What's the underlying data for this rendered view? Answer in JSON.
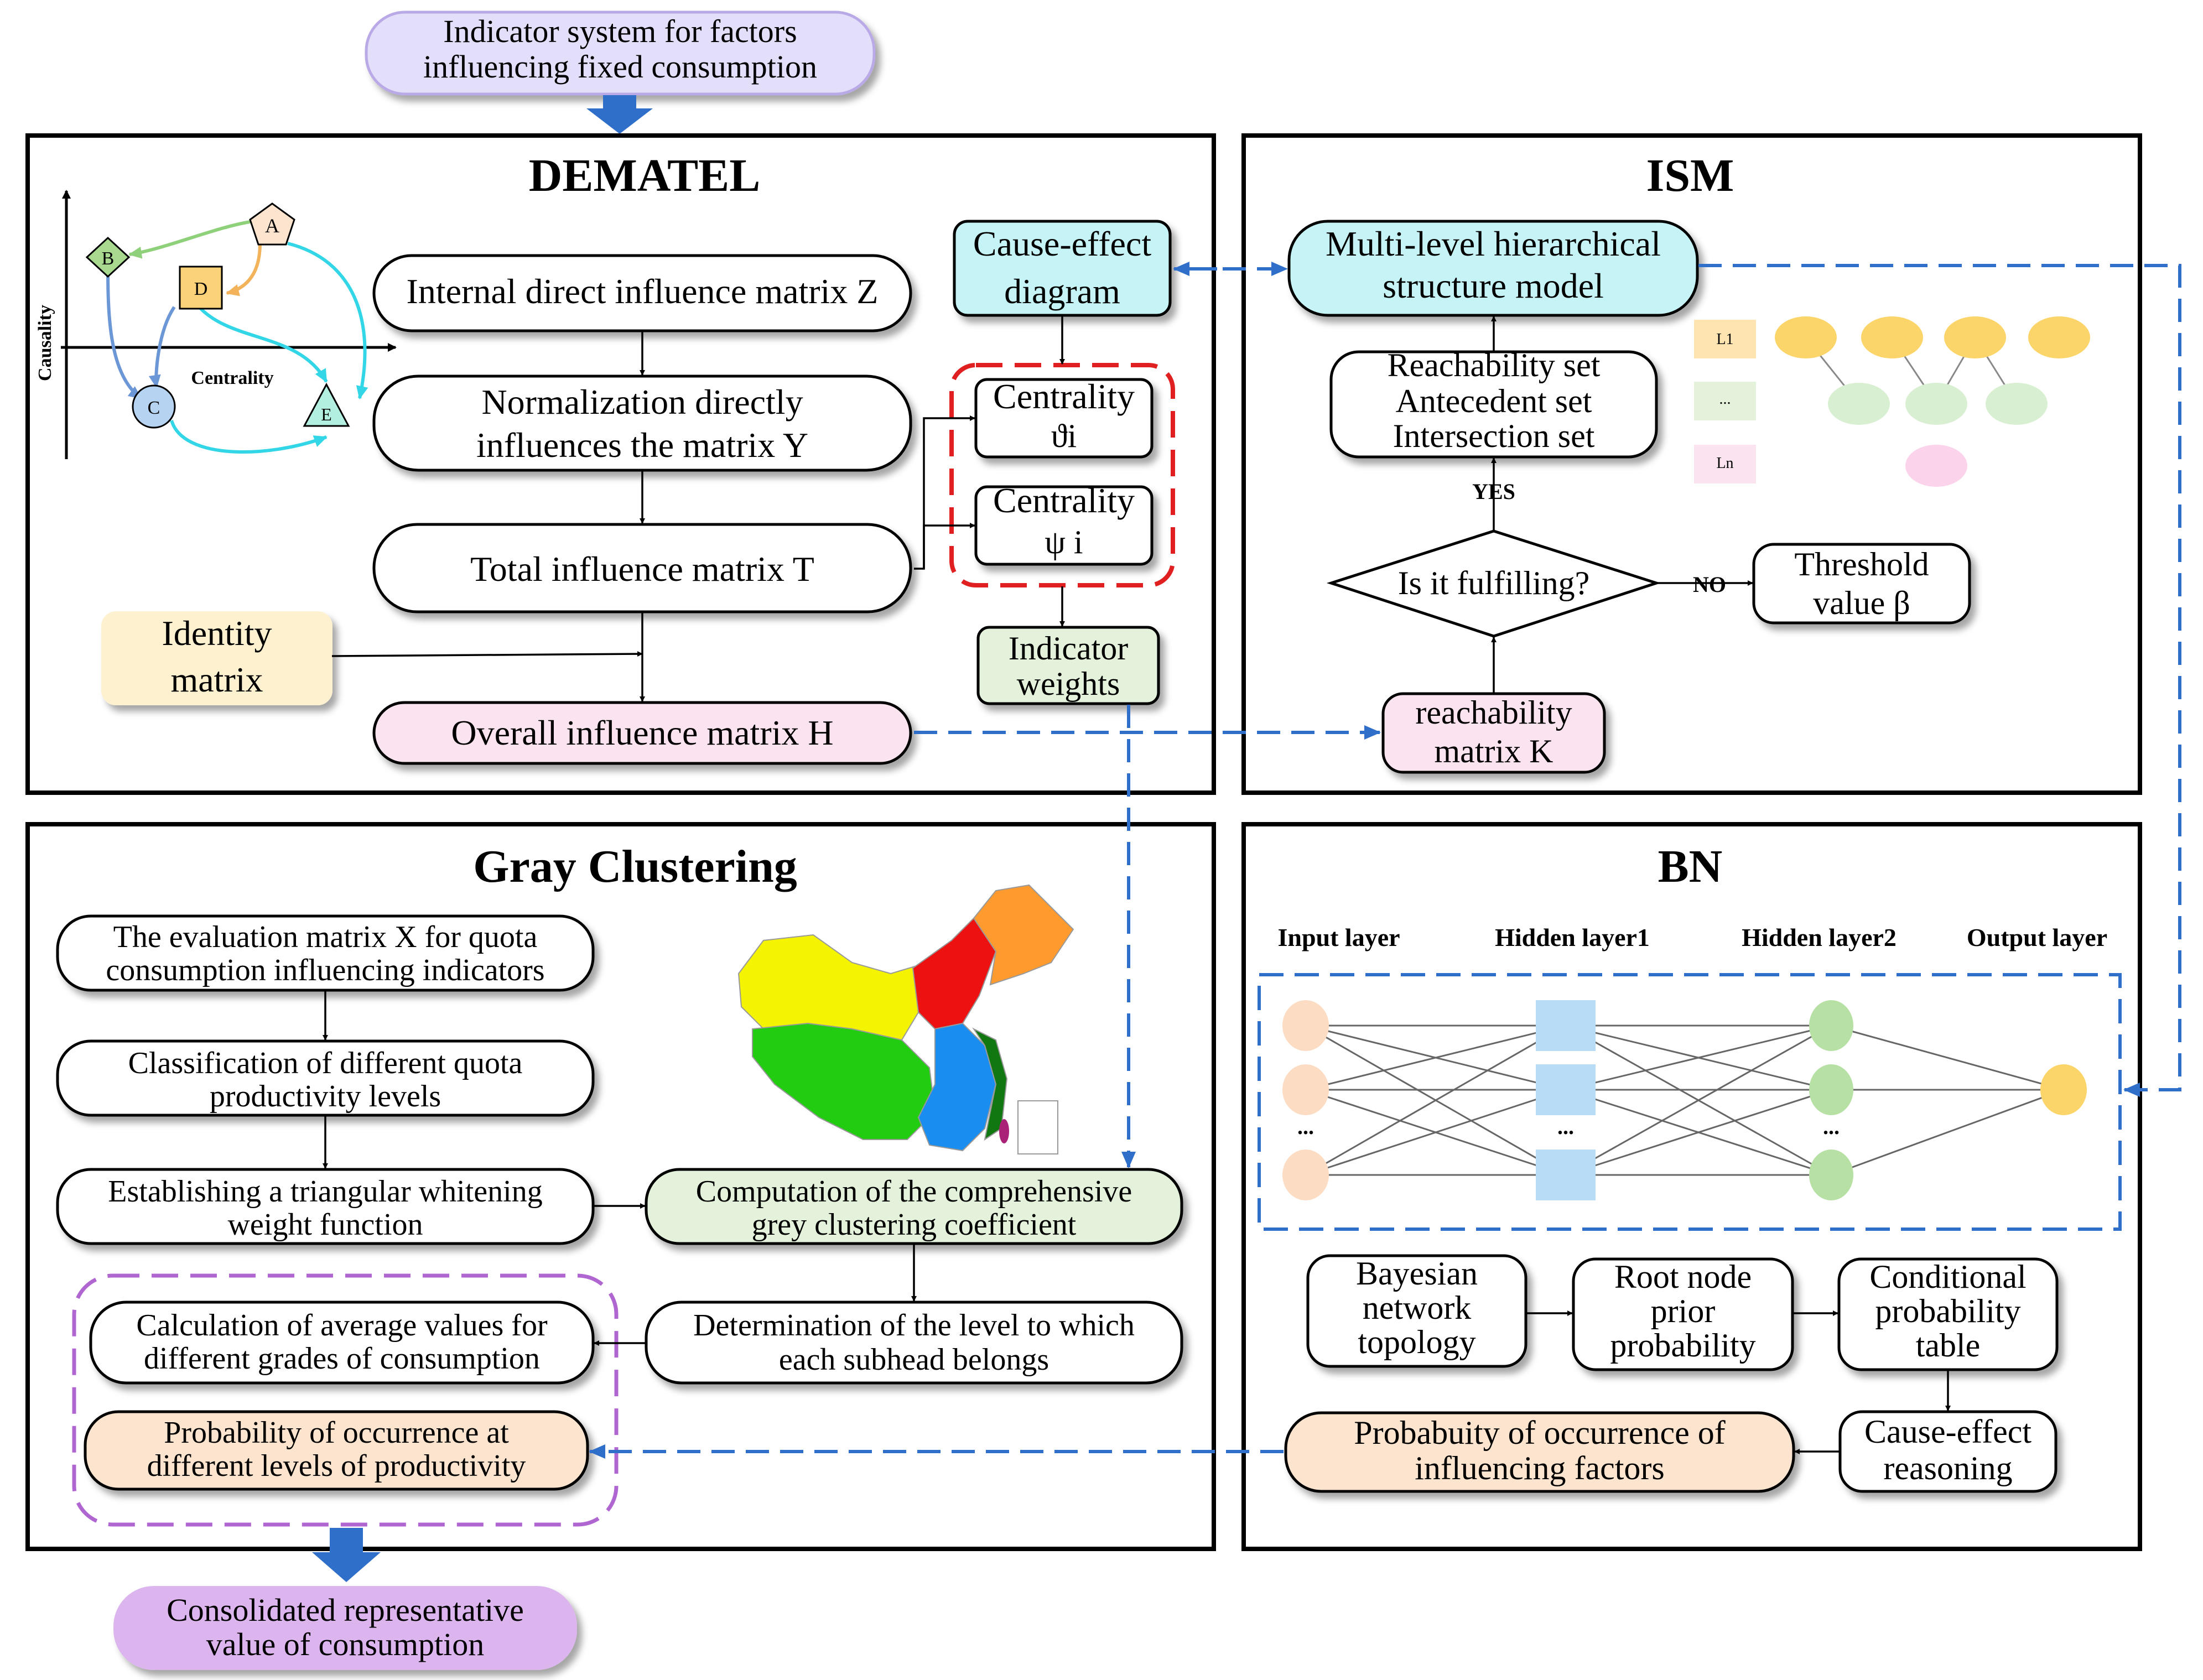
{
  "top_input": {
    "line1": "Indicator system for factors",
    "line2": "influencing fixed consumption"
  },
  "bottom_output": {
    "line1": "Consolidated representative",
    "line2": "value of consumption"
  },
  "panels": {
    "dematel": "DEMATEL",
    "ism": "ISM",
    "gray": "Gray Clustering",
    "bn": "BN"
  },
  "dematel": {
    "axis_y": "Causality",
    "axis_x": "Centrality",
    "nodes": {
      "a": "A",
      "b": "B",
      "c": "C",
      "d": "D",
      "e": "E"
    },
    "direct_matrix": "Internal direct influence matrix Z",
    "normalized": {
      "line1": "Normalization directly",
      "line2": "influences the matrix Y"
    },
    "total": "Total influence matrix T",
    "identity": {
      "line1": "Identity",
      "line2": "matrix"
    },
    "overall": "Overall influence matrix H",
    "cause_effect": {
      "line1": "Cause-effect",
      "line2": "diagram"
    },
    "centrality1": {
      "line1": "Centrality",
      "line2": "ϑi"
    },
    "centrality2": {
      "line1": "Centrality",
      "line2": "ψ i"
    },
    "weights": {
      "line1": "Indicator",
      "line2": "weights"
    }
  },
  "ism": {
    "multilevel": {
      "line1": "Multi-level hierarchical",
      "line2": "structure model"
    },
    "sets": {
      "line1": "Reachability set",
      "line2": "Antecedent set",
      "line3": "Intersection set"
    },
    "yes": "YES",
    "decision": "Is it fulfilling?",
    "no": "NO",
    "threshold": {
      "line1": "Threshold",
      "line2": "value β"
    },
    "reachability": {
      "line1": "reachability",
      "line2": "matrix K"
    },
    "legend": {
      "l1": "L1",
      "dots": "...",
      "ln": "Ln"
    }
  },
  "gray": {
    "eval": {
      "line1": "The evaluation matrix X for quota",
      "line2": "consumption influencing indicators"
    },
    "classify": {
      "line1": "Classification of different quota",
      "line2": "productivity levels"
    },
    "triangular": {
      "line1": "Establishing a triangular whitening",
      "line2": "weight function"
    },
    "coefficient": {
      "line1": "Computation of the comprehensive",
      "line2": "grey clustering coefficient"
    },
    "determination": {
      "line1": "Determination of the level to which",
      "line2": "each subhead belongs"
    },
    "average": {
      "line1": "Calculation of average values for",
      "line2": "different grades of consumption"
    },
    "probability": {
      "line1": "Probability of occurrence at",
      "line2": "different levels of productivity"
    }
  },
  "bn": {
    "layers": {
      "input": "Input layer",
      "h1": "Hidden layer1",
      "h2": "Hidden layer2",
      "output": "Output layer"
    },
    "dots": "...",
    "topology": {
      "line1": "Bayesian",
      "line2": "network",
      "line3": "topology"
    },
    "prior": {
      "line1": "Root node",
      "line2": "prior",
      "line3": "probability"
    },
    "cpt": {
      "line1": "Conditional",
      "line2": "probability",
      "line3": "table"
    },
    "reasoning": {
      "line1": "Cause-effect",
      "line2": "reasoning"
    },
    "factors": {
      "line1": "Probabuity of occurrence of",
      "line2": "influencing factors"
    }
  },
  "colors": {
    "blue_arrow": "#2f6fc9",
    "lavender": "#e3defa",
    "cyan": "#c6f4f6",
    "pink": "#fbe3ef",
    "yellow": "#fdf1cf",
    "green": "#e4f2dc",
    "peach": "#fde4cf",
    "violet": "#dcb5ee",
    "red_dash": "#e02020",
    "purple_dash": "#b066d0"
  }
}
